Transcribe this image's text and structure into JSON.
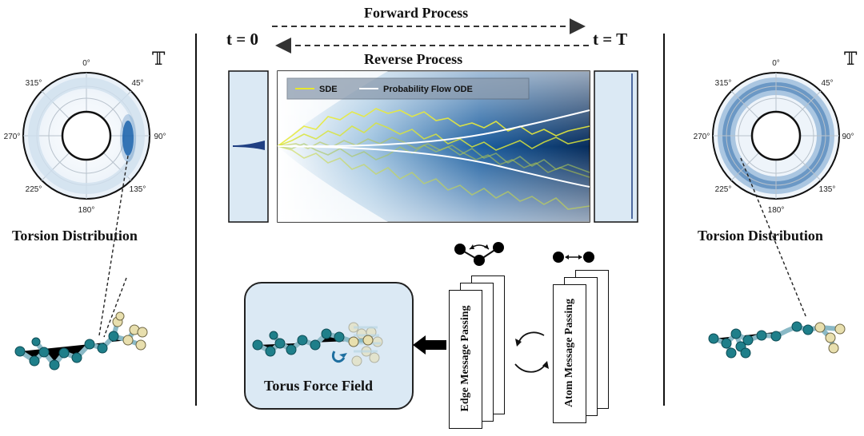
{
  "header": {
    "forward_label": "Forward Process",
    "reverse_label": "Reverse Process",
    "t_start": "t = 0",
    "t_end": "t = T"
  },
  "left_panel": {
    "torus_symbol": "𝕋",
    "polar_ticks": [
      "0°",
      "45°",
      "90°",
      "135°",
      "180°",
      "225°",
      "270°",
      "315°"
    ],
    "title": "Torsion Distribution"
  },
  "right_panel": {
    "torus_symbol": "𝕋",
    "polar_ticks": [
      "0°",
      "45°",
      "90°",
      "135°",
      "180°",
      "225°",
      "270°",
      "315°"
    ],
    "title": "Torsion Distribution"
  },
  "diffusion_plot": {
    "legend": [
      {
        "label": "SDE",
        "color": "#e6e62e"
      },
      {
        "label": "Probability Flow ODE",
        "color": "#ffffff"
      }
    ]
  },
  "network": {
    "edge_stack_label": "Edge Message Passing",
    "atom_stack_label": "Atom Message Passing",
    "output_label": "Torus Force Field"
  },
  "colors": {
    "atom_teal": "#1f7f8a",
    "atom_cream": "#e8dfae",
    "bond": "#8ab9c6",
    "deep_blue": "#083a74",
    "panel_bg": "#dbe9f4"
  }
}
